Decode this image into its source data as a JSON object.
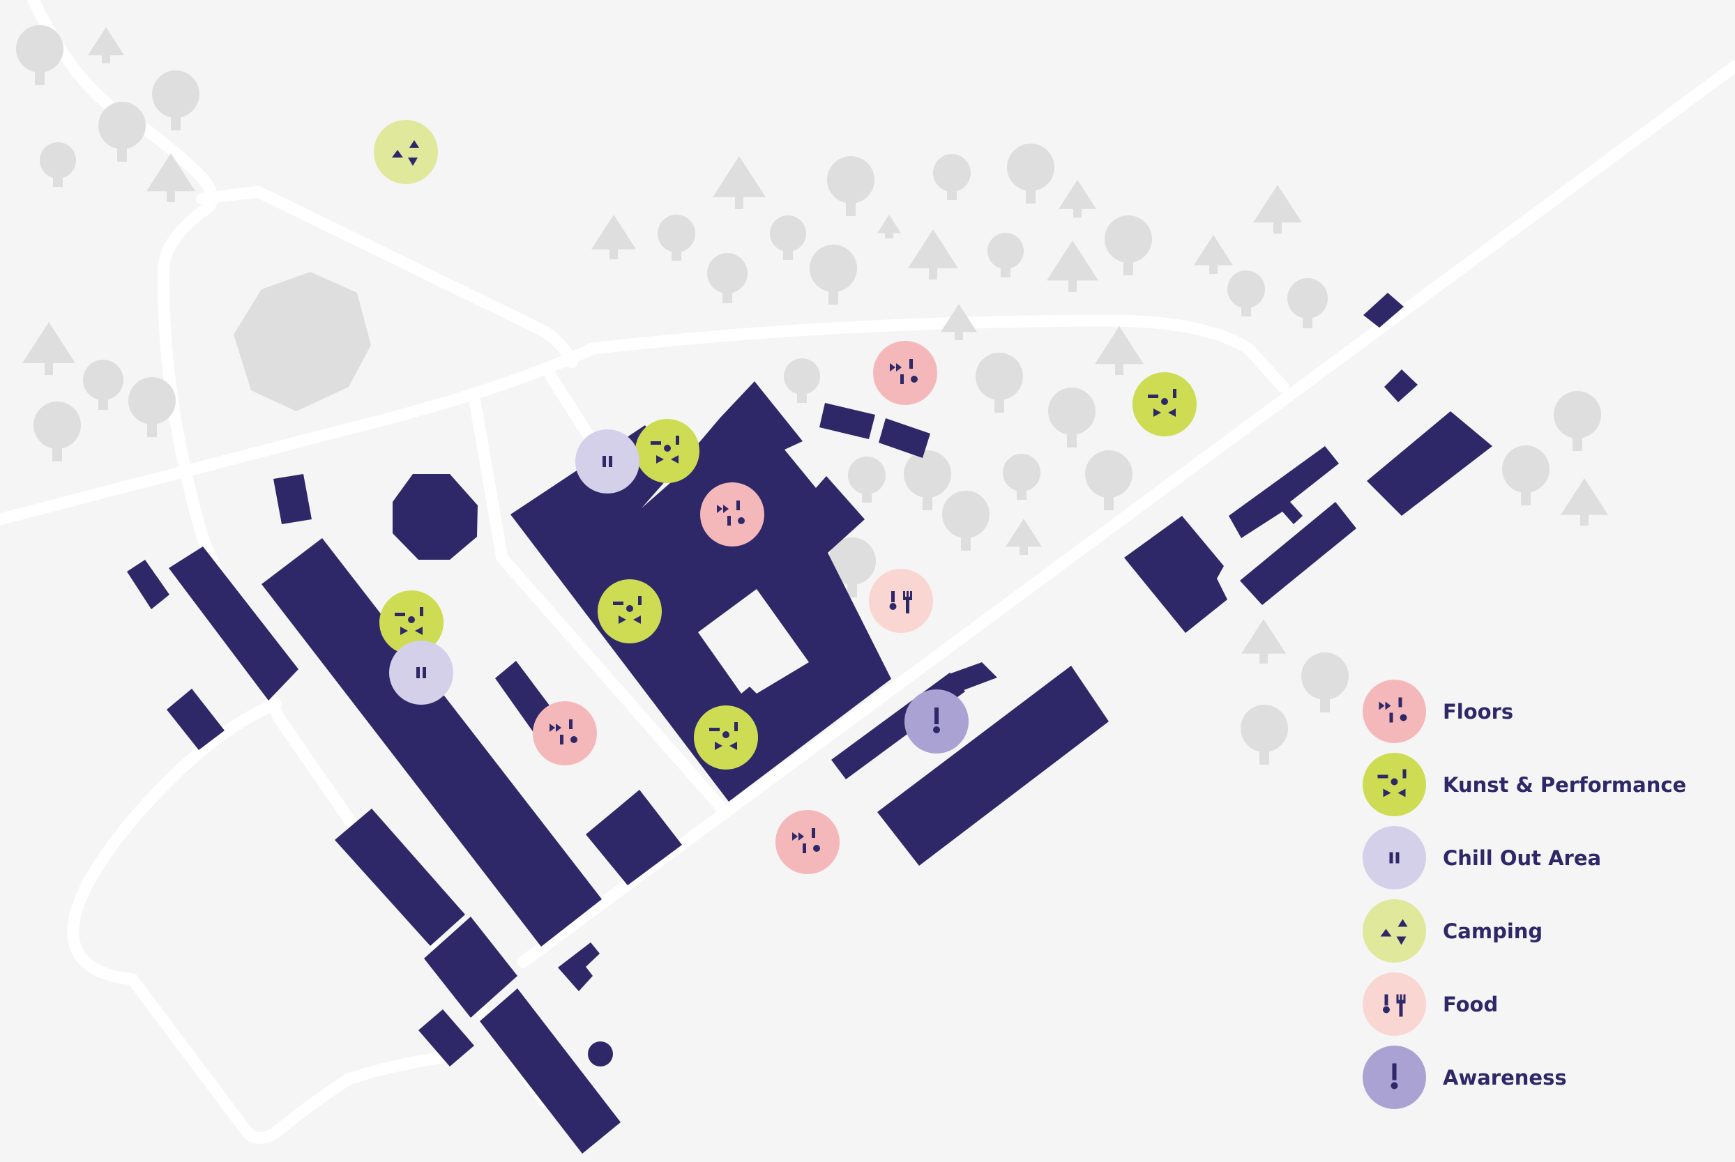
{
  "colors": {
    "background": "#f5f5f5",
    "road": "#ffffff",
    "building": "#2e2868",
    "tree": "#dedede",
    "text": "#2e2868"
  },
  "categories": {
    "floors": {
      "label": "Floors",
      "color": "#f5b8ba",
      "icon": "floors-icon"
    },
    "kunst": {
      "label": "Kunst & Performance",
      "color": "#cddc52",
      "icon": "kunst-performance-icon"
    },
    "chill": {
      "label": "Chill Out Area",
      "color": "#d4d0ea",
      "icon": "chill-out-pause-icon"
    },
    "camping": {
      "label": "Camping",
      "color": "#e0e89c",
      "icon": "camping-tents-icon"
    },
    "food": {
      "label": "Food",
      "color": "#fad6d2",
      "icon": "food-fork-icon"
    },
    "awareness": {
      "label": "Awareness",
      "color": "#a9a2d2",
      "icon": "awareness-exclamation-icon"
    }
  },
  "legend": {
    "items": [
      {
        "category": "floors",
        "label": "Floors"
      },
      {
        "category": "kunst",
        "label": "Kunst & Performance"
      },
      {
        "category": "chill",
        "label": "Chill Out Area"
      },
      {
        "category": "camping",
        "label": "Camping"
      },
      {
        "category": "food",
        "label": "Food"
      },
      {
        "category": "awareness",
        "label": "Awareness"
      }
    ]
  },
  "markers": [
    {
      "category": "camping"
    },
    {
      "category": "floors"
    },
    {
      "category": "kunst"
    },
    {
      "category": "chill"
    },
    {
      "category": "kunst"
    },
    {
      "category": "floors"
    },
    {
      "category": "kunst"
    },
    {
      "category": "food"
    },
    {
      "category": "kunst"
    },
    {
      "category": "chill"
    },
    {
      "category": "floors"
    },
    {
      "category": "kunst"
    },
    {
      "category": "awareness"
    },
    {
      "category": "floors"
    }
  ]
}
